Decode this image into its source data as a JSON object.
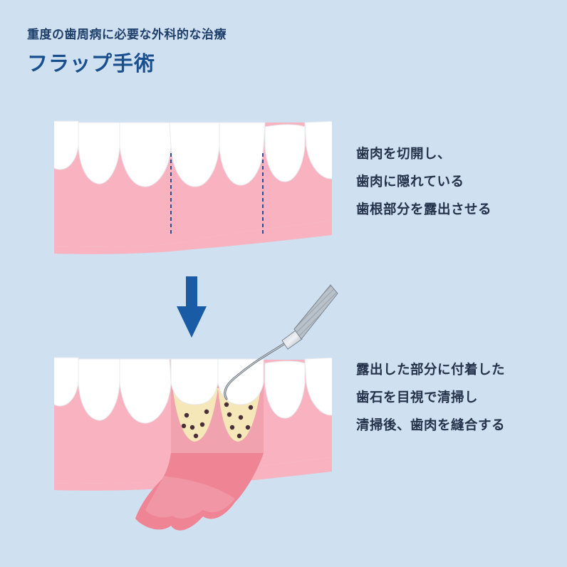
{
  "header": {
    "subtitle": "重度の歯周病に必要な外科的な治療",
    "title": "フラップ手術"
  },
  "step1": {
    "lines": [
      "歯肉を切開し、",
      "歯肉に隠れている",
      "歯根部分を露出させる"
    ]
  },
  "step2": {
    "lines": [
      "露出した部分に付着した",
      "歯石を目視で清掃し",
      "清掃後、歯肉を縫合する"
    ]
  },
  "colors": {
    "background": "#cfe0f1",
    "gum": "#f9b3c0",
    "gum_flap": "#ee8494",
    "tooth": "#ffffff",
    "root": "#f5e7b8",
    "tartar": "#4a2f3a",
    "arrow": "#1a5ba6",
    "incision": "#2a4f8f",
    "title": "#1a4f8f",
    "text": "#24324a"
  },
  "icons": {
    "arrow": "down-arrow-icon",
    "instrument": "dental-scaler-icon"
  }
}
